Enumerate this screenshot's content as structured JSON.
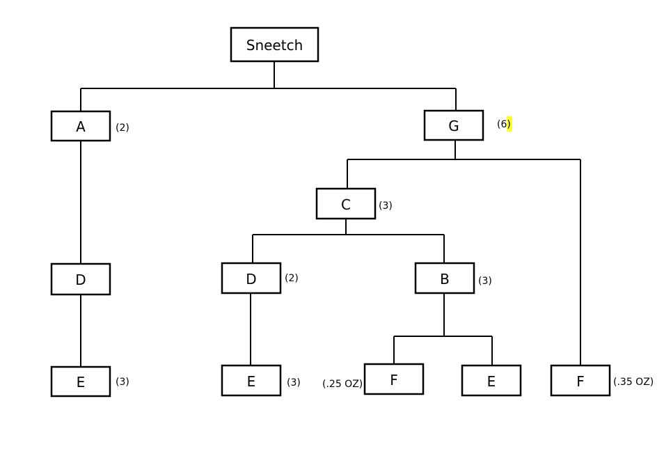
{
  "diagram": {
    "nodes": {
      "root": {
        "label": "Sneetch"
      },
      "a": {
        "label": "A",
        "qty": "(2)"
      },
      "g": {
        "label": "G",
        "qty": "(6)"
      },
      "c": {
        "label": "C",
        "qty": "(3)"
      },
      "d1": {
        "label": "D"
      },
      "d2": {
        "label": "D",
        "qty": "(2)"
      },
      "b": {
        "label": "B",
        "qty": "(3)"
      },
      "e1": {
        "label": "E",
        "qty": "(3)"
      },
      "e2": {
        "label": "E",
        "qty": "(3)"
      },
      "f1": {
        "label": "F",
        "qty": "(.25 OZ)"
      },
      "e3": {
        "label": "E"
      },
      "f2": {
        "label": "F",
        "qty": "(.35 OZ)"
      }
    },
    "highlight_color": "#ffff33"
  }
}
